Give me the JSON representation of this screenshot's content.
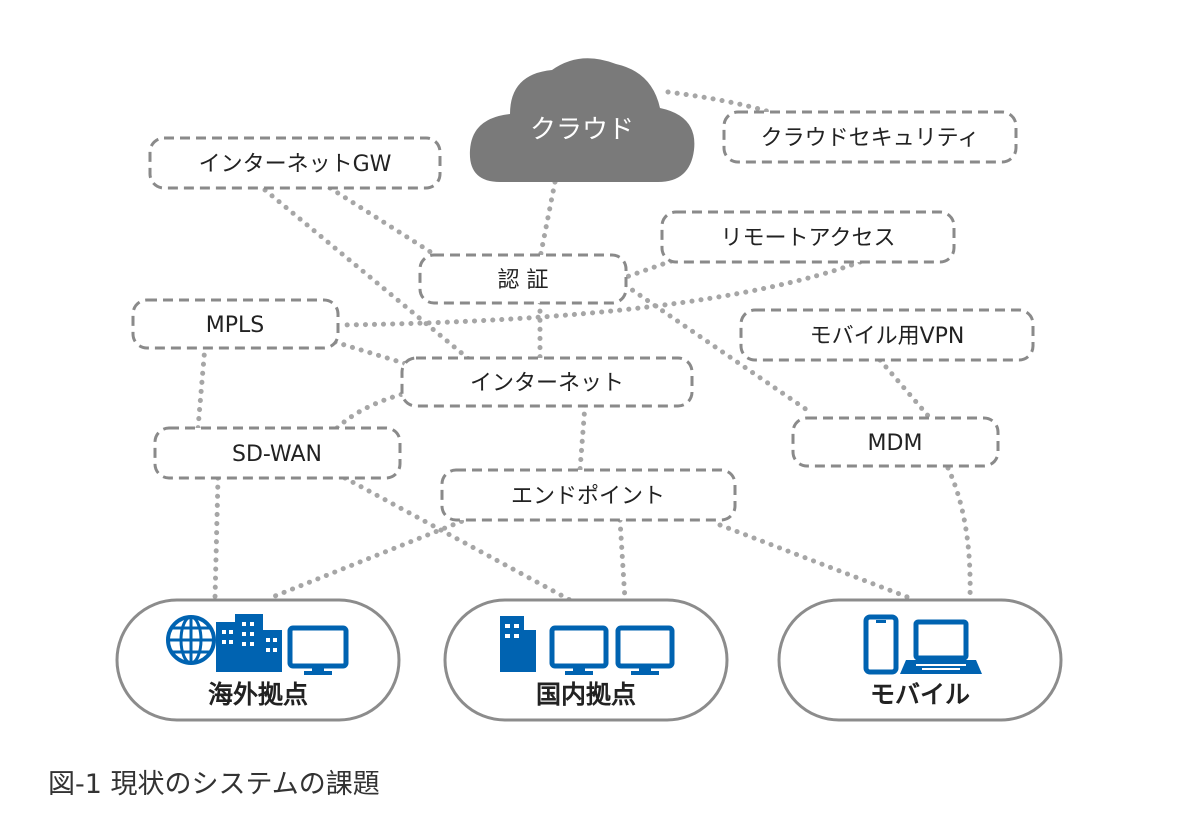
{
  "nodes": {
    "cloud": "クラウド",
    "cloud_security": "クラウドセキュリティ",
    "internet_gw": "インターネットGW",
    "remote_access": "リモートアクセス",
    "auth": "認 証",
    "mpls": "MPLS",
    "mobile_vpn": "モバイル用VPN",
    "internet": "インターネット",
    "sdwan": "SD-WAN",
    "mdm": "MDM",
    "endpoint": "エンドポイント"
  },
  "sites": {
    "overseas": "海外拠点",
    "domestic": "国内拠点",
    "mobile": "モバイル"
  },
  "caption": "図-1 現状のシステムの課題",
  "colors": {
    "accent_blue": "#0063b1",
    "cloud_gray": "#7a7a7a",
    "link_gray": "#a6a6a6"
  },
  "icons": {
    "overseas": [
      "globe-icon",
      "buildings-icon",
      "monitor-icon"
    ],
    "domestic": [
      "building-icon",
      "monitor-icon",
      "monitor-icon"
    ],
    "mobile": [
      "smartphone-icon",
      "laptop-icon"
    ]
  }
}
